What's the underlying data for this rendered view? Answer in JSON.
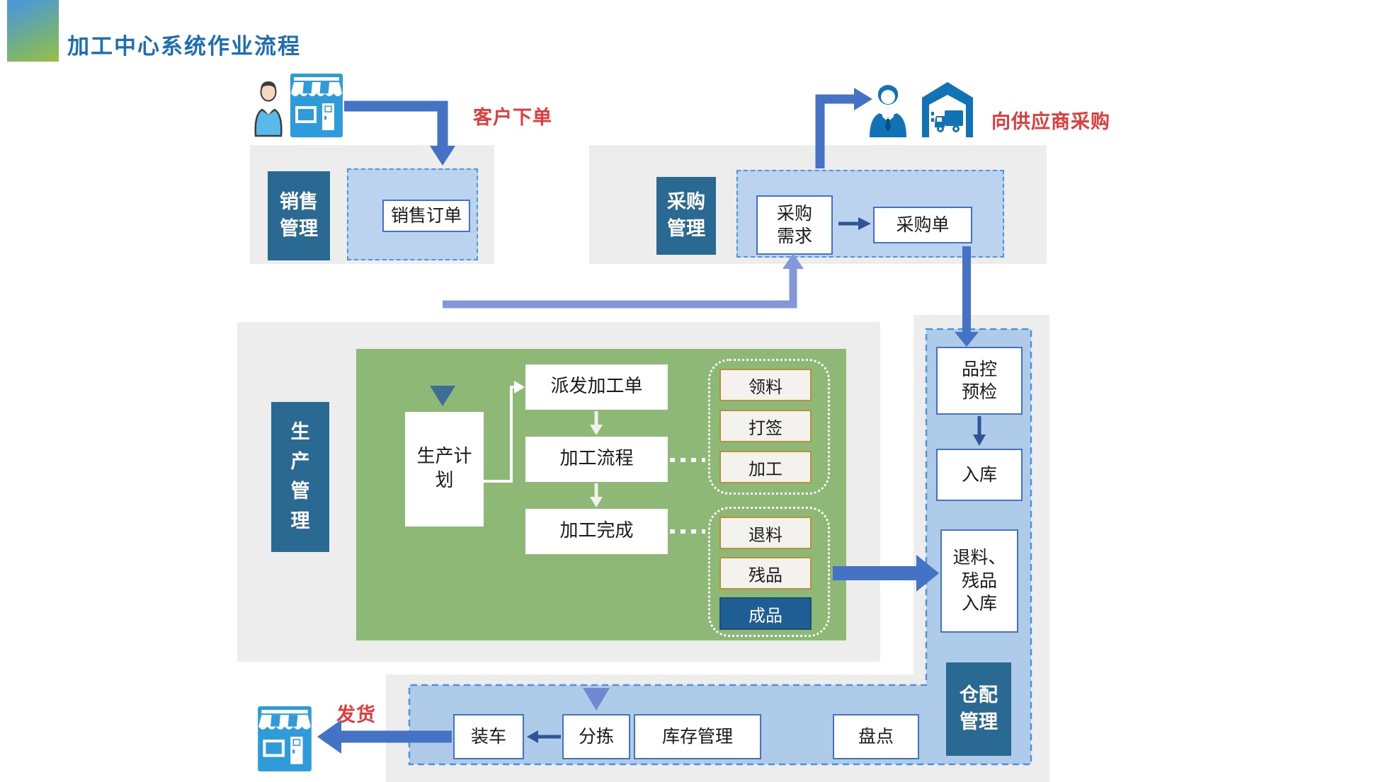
{
  "title": "加工中心系统作业流程",
  "annotations": {
    "customer_order": "客户下单",
    "supplier_purchase": "向供应商采购",
    "ship": "发货"
  },
  "sales": {
    "label": "销售管理",
    "order": "销售订单"
  },
  "purchasing": {
    "label": "采购管理",
    "demand": "采购需求",
    "po": "采购单"
  },
  "production": {
    "label": "生产管理",
    "plan": "生产计划",
    "dispatch": "派发加工单",
    "process": "加工流程",
    "complete": "加工完成",
    "process_steps": [
      "领料",
      "打签",
      "加工"
    ],
    "complete_outputs": [
      "退料",
      "残品",
      "成品"
    ]
  },
  "warehouse": {
    "label": "仓配管理",
    "qc": "品控预检",
    "inbound": "入库",
    "return_inbound": "退料、\n残品\n入库",
    "load": "装车",
    "sort": "分拣",
    "inventory": "库存管理",
    "count": "盘点"
  },
  "icons": {
    "customer_person": "person-icon",
    "customer_store": "storefront-icon",
    "supplier_person": "businessman-icon",
    "supplier_warehouse": "warehouse-truck-icon",
    "ship_store": "storefront-icon"
  },
  "colors": {
    "title": "#1c6eb5",
    "red_annotation": "#e23b3b",
    "section_gray": "#ededed",
    "green_panel": "#8eb875",
    "label_bg": "#2a6a92",
    "dashed_fill": "#bcd3ef",
    "warehouse_fill": "#aecbea",
    "dashed_border": "#4d94db",
    "box_border": "#4472c4",
    "tan_border": "#b9903b",
    "finished_bg": "#1f5d95",
    "arrow_blue": "#4472c4",
    "arrow_light": "#8497d6",
    "arrow_dark_navy": "#2f5597",
    "arrow_teal": "#3e6e97",
    "icon_blue": "#2e9bdb",
    "icon_deep_blue": "#1272b6"
  }
}
